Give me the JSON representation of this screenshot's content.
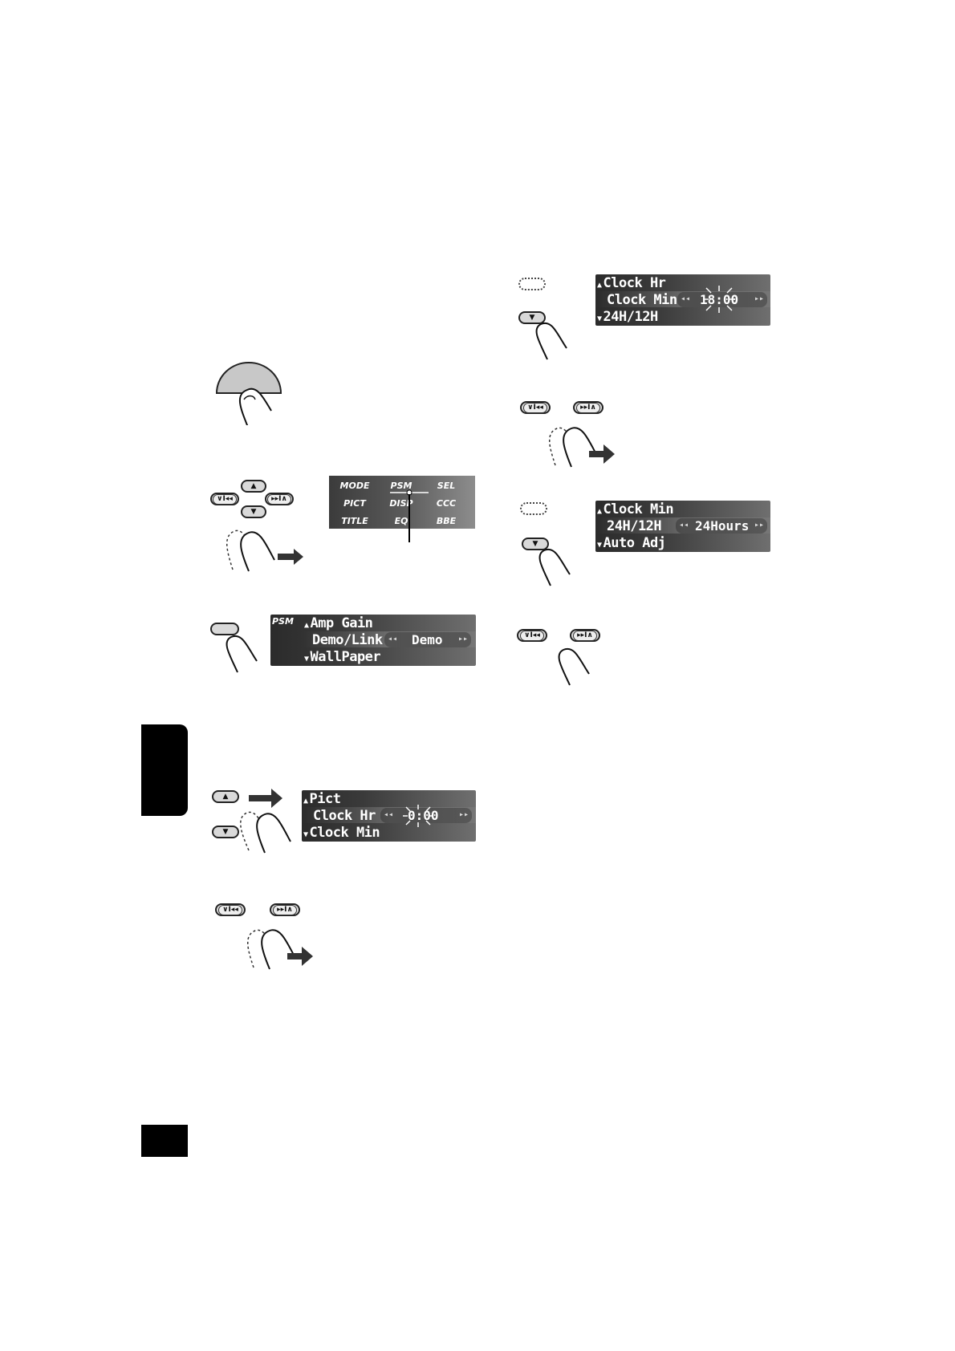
{
  "menu_panel": {
    "cells": [
      "MODE",
      "PSM",
      "SEL",
      "PICT",
      "DISP",
      "CCC",
      "TITLE",
      "EQ",
      "BBE"
    ]
  },
  "psm_display": {
    "tag": "PSM",
    "row_top": "Amp Gain",
    "row_mid": "Demo/Link",
    "value": "Demo",
    "row_bot": "WallPaper"
  },
  "clock_hr_display": {
    "row_top": "Pict",
    "row_mid": "Clock Hr",
    "value": "0:00",
    "row_bot": "Clock Min"
  },
  "clock_min_display": {
    "row_top": "Clock Hr",
    "row_mid": "Clock Min",
    "value": "18:00",
    "row_bot": "24H/12H"
  },
  "hours_display": {
    "row_top": "Clock Min",
    "row_mid": "24H/12H",
    "value": "24Hours",
    "row_bot": "Auto Adj"
  },
  "buttons": {
    "up": "▲",
    "down": "▼",
    "prev": "∨I◂◂",
    "next": "▸▸I∧"
  }
}
